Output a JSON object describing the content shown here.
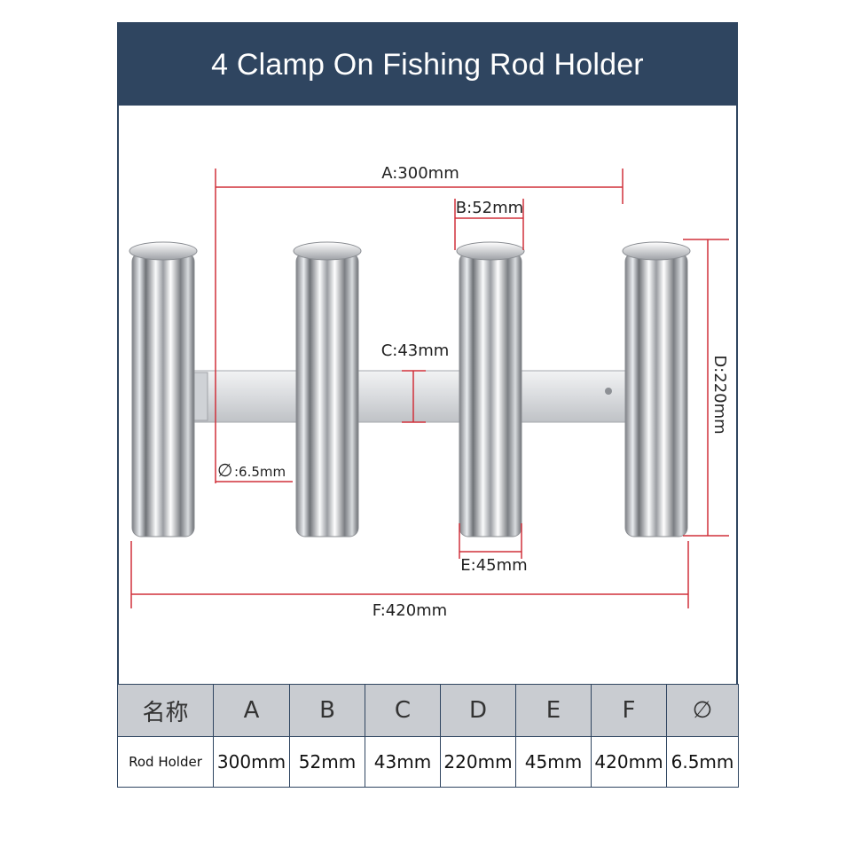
{
  "title": "4 Clamp On Fishing Rod Holder",
  "dimensions": {
    "A": "A:300mm",
    "B": "B:52mm",
    "C": "C:43mm",
    "D": "D:220mm",
    "E": "E:45mm",
    "F": "F:420mm",
    "hole": ":6.5mm",
    "hole_symbol": "∅"
  },
  "colors": {
    "header": "#2f4560",
    "dimension_line": "#d0303a",
    "table_header_bg": "#c9ccd1"
  },
  "table": {
    "headers": [
      "名称",
      "A",
      "B",
      "C",
      "D",
      "E",
      "F",
      "∅"
    ],
    "row": [
      "Rod Holder",
      "300mm",
      "52mm",
      "43mm",
      "220mm",
      "45mm",
      "420mm",
      "6.5mm"
    ]
  }
}
